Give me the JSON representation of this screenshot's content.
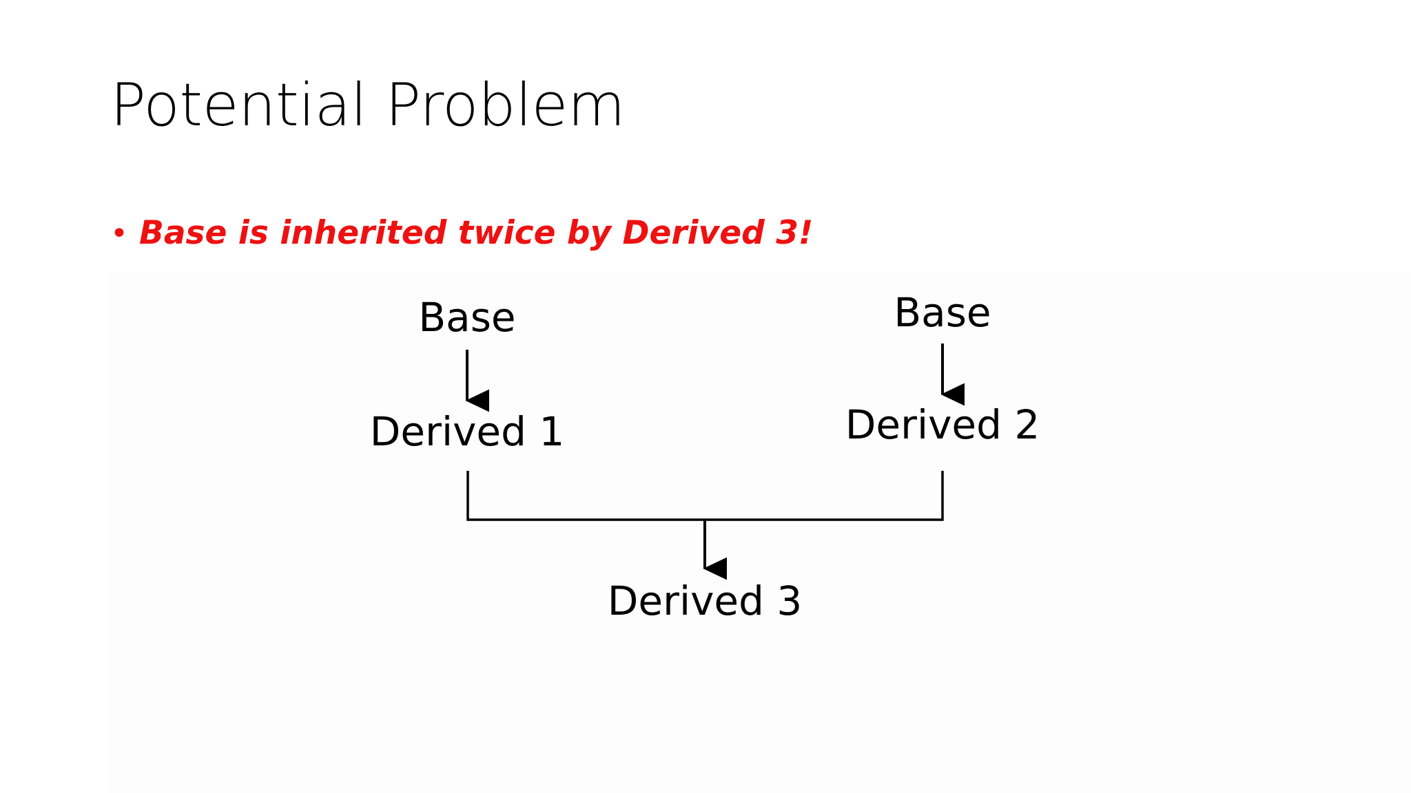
{
  "slide": {
    "title": "Potential Problem",
    "background_color": "#ffffff",
    "text_color": "#000000",
    "accent_color": "#ee1111"
  },
  "bullets": [
    {
      "marker": "•",
      "text": "Base is inherited twice by Derived 3!",
      "color": "#ee1111",
      "bold": true,
      "italic": true
    }
  ],
  "diagram": {
    "type": "inheritance-hierarchy",
    "nodes": [
      {
        "id": "base-left",
        "label": "Base"
      },
      {
        "id": "base-right",
        "label": "Base"
      },
      {
        "id": "derived-1",
        "label": "Derived 1"
      },
      {
        "id": "derived-2",
        "label": "Derived 2"
      },
      {
        "id": "derived-3",
        "label": "Derived 3"
      }
    ],
    "edges": [
      {
        "from": "base-left",
        "to": "derived-1",
        "style": "arrow-down"
      },
      {
        "from": "base-right",
        "to": "derived-2",
        "style": "arrow-down"
      },
      {
        "from": "derived-1",
        "to": "derived-3",
        "style": "bracket-merge"
      },
      {
        "from": "derived-2",
        "to": "derived-3",
        "style": "bracket-merge"
      }
    ],
    "line_color": "#000000"
  }
}
